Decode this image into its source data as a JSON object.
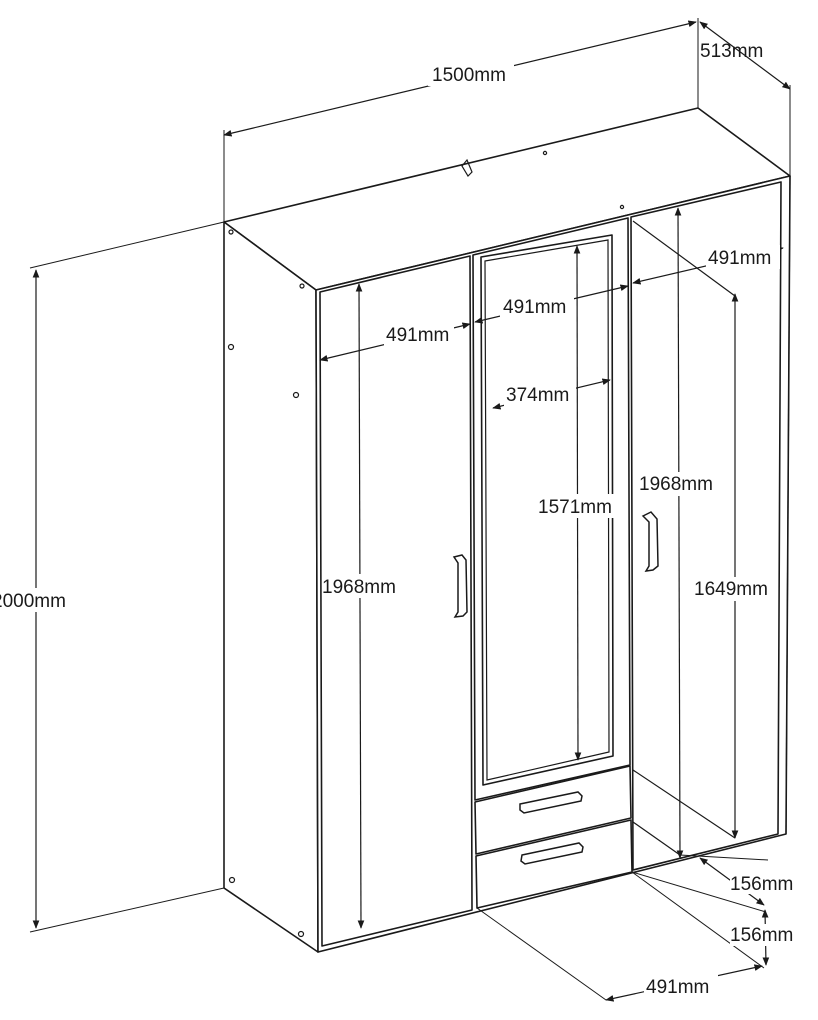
{
  "dimensions": {
    "width": "1500mm",
    "depth": "513mm",
    "height": "2000mm",
    "left_door_width": "491mm",
    "middle_door_width": "491mm",
    "right_door_width": "491mm",
    "left_door_height": "1968mm",
    "right_door_height": "1968mm",
    "mirror_width": "374mm",
    "mirror_height": "1571mm",
    "inner_height": "1649mm",
    "drawer_height_top": "156mm",
    "drawer_height_bottom": "156mm",
    "drawer_width": "491mm"
  }
}
